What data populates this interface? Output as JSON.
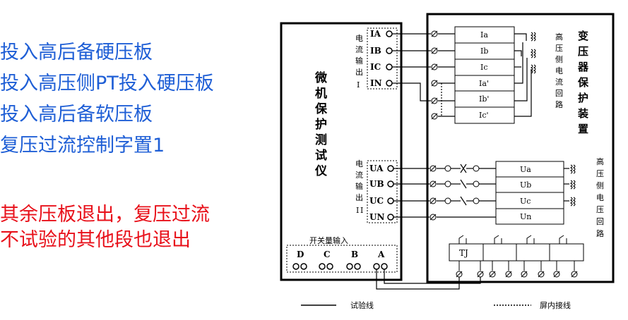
{
  "left_text": {
    "lines": [
      "投入高后备硬压板",
      "投入高压侧PT投入硬压板",
      "投入高后备软压板",
      "复压过流控制字置1"
    ],
    "note": [
      "其余压板退出，复压过流",
      "不试验的其他段也退出"
    ]
  },
  "tester": {
    "title": "微机保护测试仪",
    "current_label": "电流输出I",
    "voltage_label": "电流输出II",
    "current_terminals": [
      "IA",
      "IB",
      "IC",
      "IN"
    ],
    "voltage_terminals": [
      "UA",
      "UB",
      "UC",
      "UN"
    ],
    "switch_label": "开关量输入",
    "switch_terminals": [
      "D",
      "C",
      "B",
      "A"
    ]
  },
  "device": {
    "title": "变压器保护装置",
    "current_loop_label": "高压侧电流回路",
    "voltage_loop_label": "高压侧电压回路",
    "current_cells": [
      "Ia",
      "Ib",
      "Ic",
      "Ia'",
      "Ib'",
      "Ic'"
    ],
    "voltage_cells": [
      "Ua",
      "Ub",
      "Uc",
      "Un"
    ],
    "trip_label": "TJ"
  },
  "legend": {
    "test_wire": "试验线",
    "internal_wire": "屏内接线"
  }
}
